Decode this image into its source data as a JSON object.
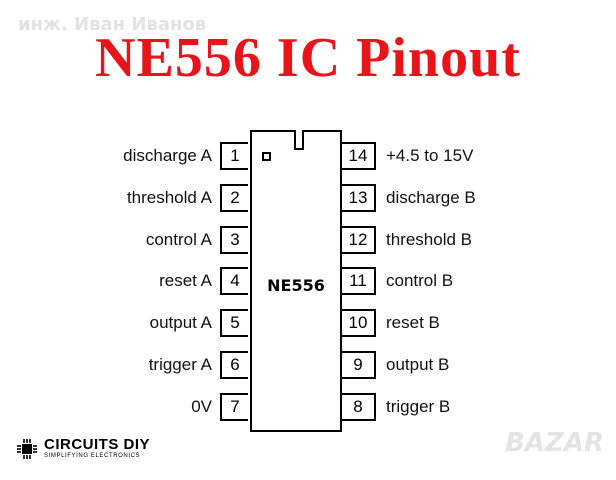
{
  "watermark": "инж. Иван Иванов",
  "title": "NE556 IC Pinout",
  "chip": {
    "label": "NE556"
  },
  "pins_left": [
    {
      "num": "1",
      "label": "discharge A"
    },
    {
      "num": "2",
      "label": "threshold A"
    },
    {
      "num": "3",
      "label": "control A"
    },
    {
      "num": "4",
      "label": "reset A"
    },
    {
      "num": "5",
      "label": "output A"
    },
    {
      "num": "6",
      "label": "trigger A"
    },
    {
      "num": "7",
      "label": "0V"
    }
  ],
  "pins_right": [
    {
      "num": "14",
      "label": "+4.5 to 15V"
    },
    {
      "num": "13",
      "label": "discharge B"
    },
    {
      "num": "12",
      "label": "threshold B"
    },
    {
      "num": "11",
      "label": "control B"
    },
    {
      "num": "10",
      "label": "reset B"
    },
    {
      "num": "9",
      "label": "output B"
    },
    {
      "num": "8",
      "label": "trigger B"
    }
  ],
  "logo": {
    "main": "CIRCUITS DIY",
    "sub": "SIMPLIFYING ELECTRONICS"
  },
  "corner_watermark": "BAZAR"
}
